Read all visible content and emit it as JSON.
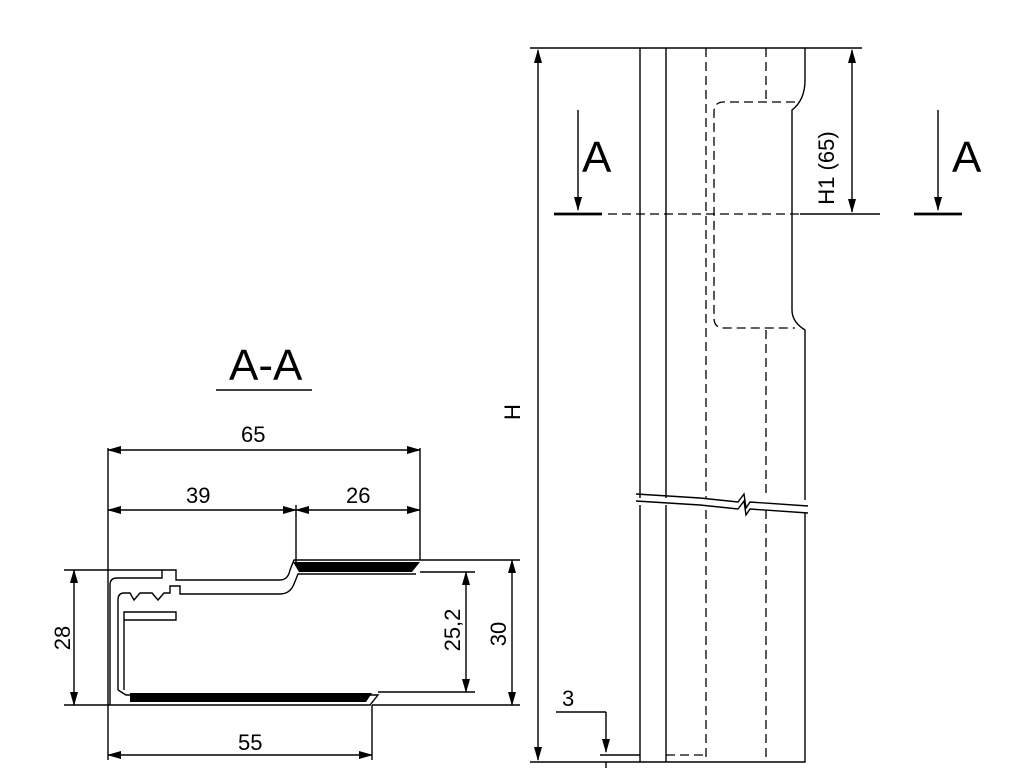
{
  "section": {
    "title": "A-A",
    "dims": {
      "total_width": "65",
      "left_width": "39",
      "right_width": "26",
      "left_height": "28",
      "inner_height": "25,2",
      "right_height": "30",
      "bottom_width": "55"
    }
  },
  "elevation": {
    "cut_label_left": "A",
    "cut_label_right": "A",
    "total_height": "H",
    "pocket_height": "H1 (65)",
    "offset": "3"
  }
}
